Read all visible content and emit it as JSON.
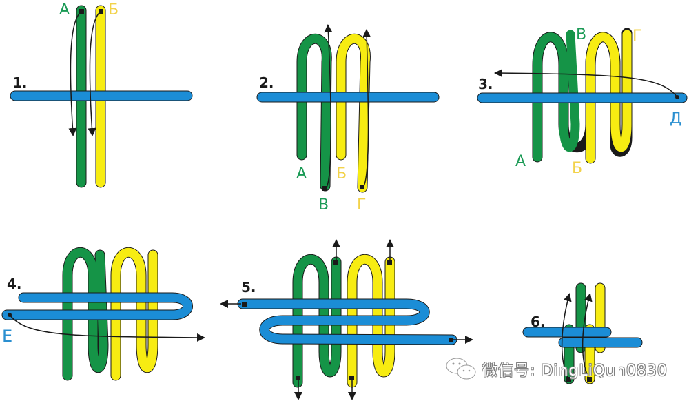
{
  "colors": {
    "green": "#159447",
    "yellow": "#f7ec12",
    "blue": "#1b8dd6",
    "outline": "#1a1a1a",
    "label_green": "#1a9a55",
    "label_yellow": "#f2d24a",
    "label_blue": "#2a8fd0"
  },
  "steps": [
    {
      "number": "1.",
      "labels": [
        "А",
        "Б"
      ]
    },
    {
      "number": "2.",
      "labels": [
        "А",
        "Б",
        "В",
        "Г"
      ]
    },
    {
      "number": "3.",
      "labels": [
        "В",
        "Г",
        "Д",
        "А",
        "Б"
      ]
    },
    {
      "number": "4.",
      "labels": [
        "Е"
      ]
    },
    {
      "number": "5.",
      "labels": []
    },
    {
      "number": "6.",
      "labels": []
    }
  ],
  "watermark": {
    "text": "微信号: DingLiQun0830",
    "icon": "wechat-icon"
  }
}
